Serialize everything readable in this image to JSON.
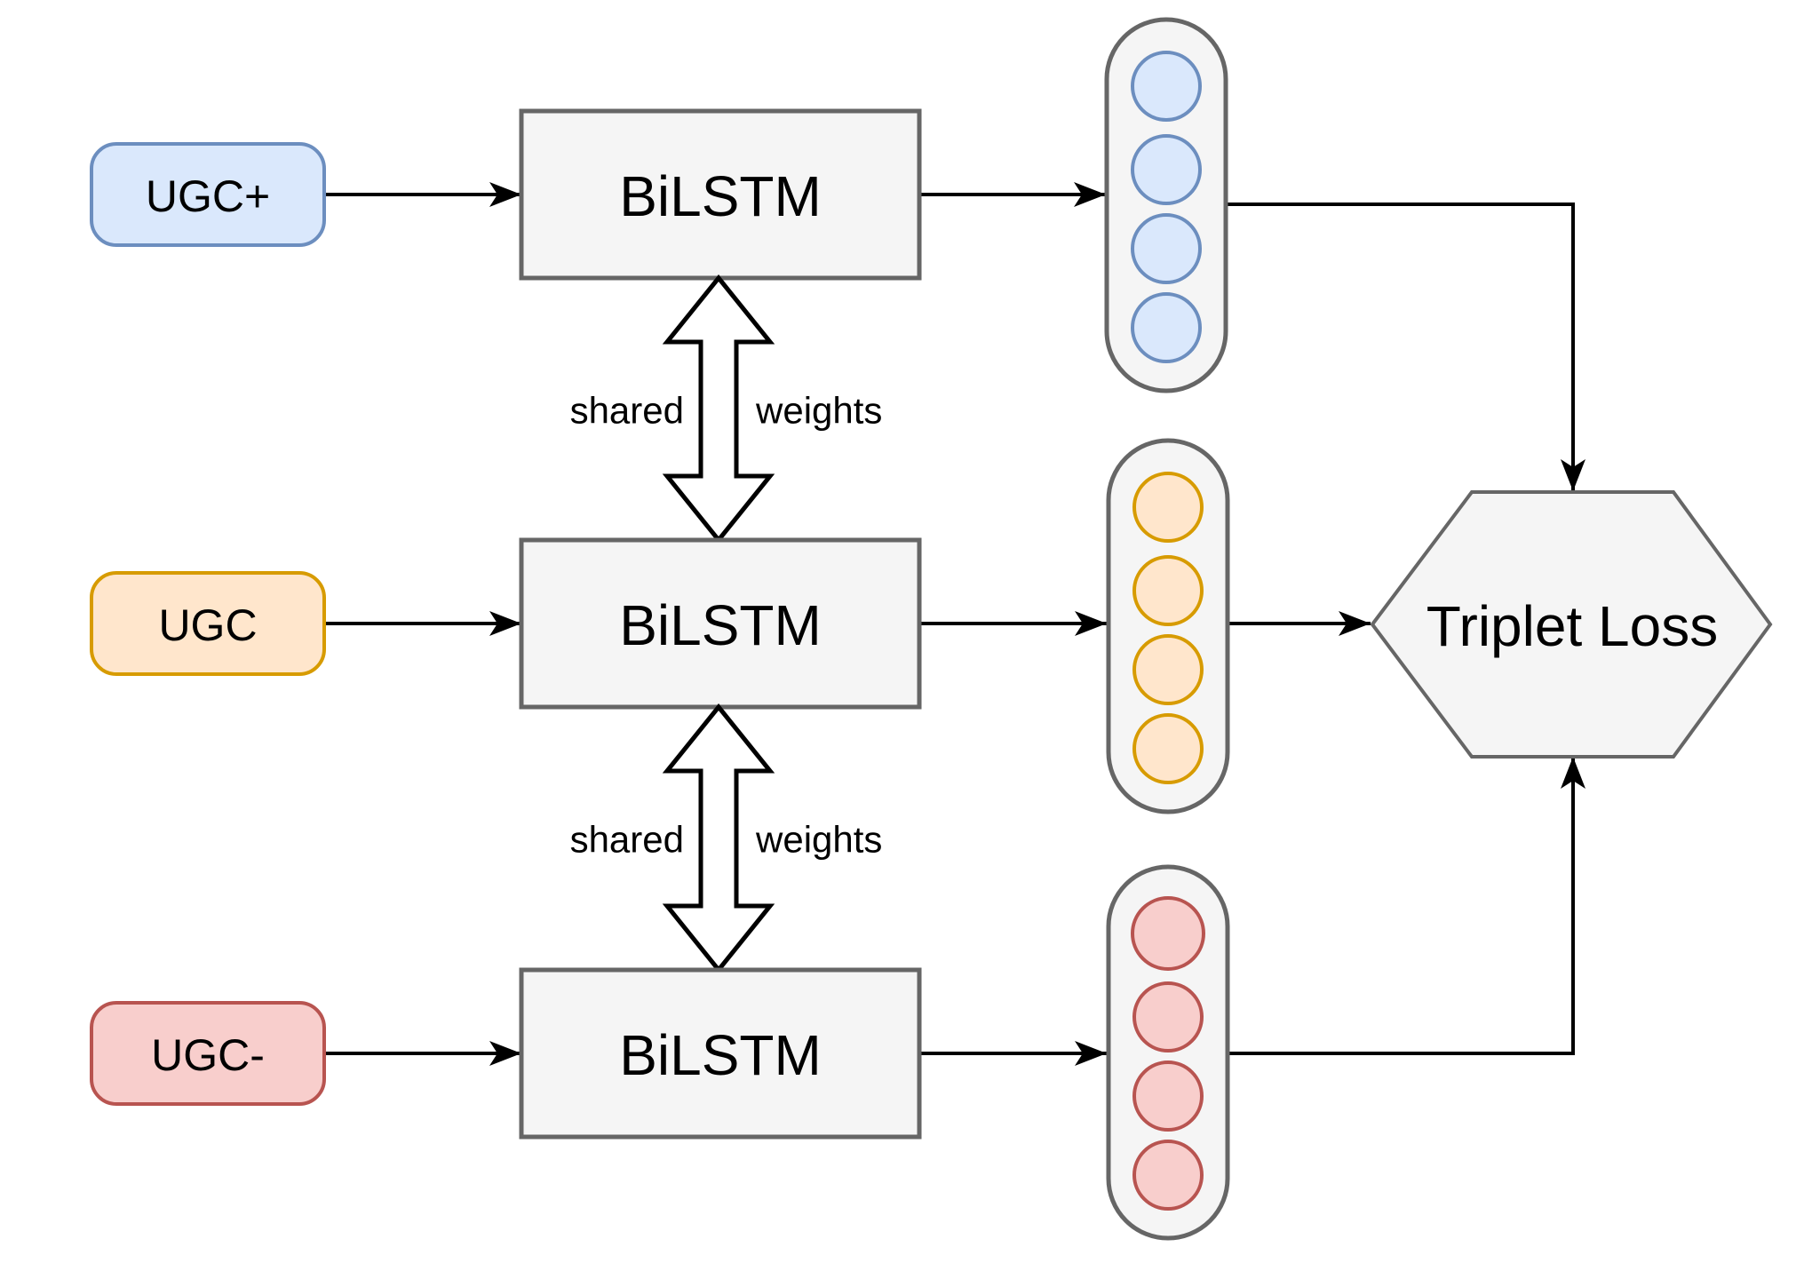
{
  "diagram": {
    "inputs": [
      {
        "label": "UGC+"
      },
      {
        "label": "UGC"
      },
      {
        "label": "UGC-"
      }
    ],
    "encoders": [
      {
        "label": "BiLSTM"
      },
      {
        "label": "BiLSTM"
      },
      {
        "label": "BiLSTM"
      }
    ],
    "shared_weights": [
      {
        "left": "shared",
        "right": "weights"
      },
      {
        "left": "shared",
        "right": "weights"
      }
    ],
    "embeddings": [
      {
        "units": 4
      },
      {
        "units": 4
      },
      {
        "units": 4
      }
    ],
    "loss": {
      "label": "Triplet Loss"
    },
    "colors": {
      "canvas_background": "#ffffff",
      "positive_fill": "#dae8fc",
      "positive_stroke": "#6c8ebf",
      "anchor_fill": "#ffe6cc",
      "anchor_stroke": "#d79b00",
      "negative_fill": "#f8cecc",
      "negative_stroke": "#b85450",
      "node_fill": "#f5f5f5",
      "node_stroke": "#666666",
      "connector": "#000000",
      "double_arrow_fill": "#ffffff"
    }
  }
}
